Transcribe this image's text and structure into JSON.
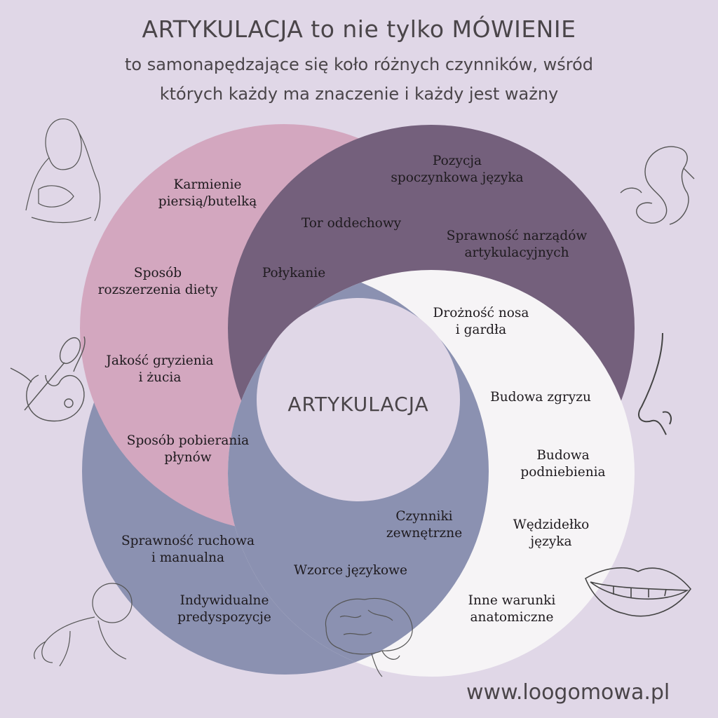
{
  "header": {
    "title": "ARTYKULACJA to nie tylko MÓWIENIE",
    "subtitle_line1": "to samonapędzające się koło różnych czynników, wśród",
    "subtitle_line2": "których każdy ma znaczenie i każdy jest ważny"
  },
  "center": {
    "label": "ARTYKULACJA"
  },
  "colors": {
    "background": "#e0d7e7",
    "pink": "#d3a7bf",
    "purple": "#74607c",
    "white": "#f6f4f6",
    "blue": "#8b91b1",
    "center": "#e0d7e7",
    "text": "#1e1a1e",
    "heading": "#4a4549"
  },
  "segments": {
    "pink": [
      {
        "l1": "Karmienie",
        "l2": "piersią/butelką"
      },
      {
        "l1": "Sposób",
        "l2": "rozszerzenia diety"
      },
      {
        "l1": "Jakość gryzienia",
        "l2": "i żucia"
      },
      {
        "l1": "Sposób pobierania",
        "l2": "płynów"
      }
    ],
    "purple": [
      {
        "l1": "Pozycja",
        "l2": "spoczynkowa języka"
      },
      {
        "l1": "Tor oddechowy",
        "l2": ""
      },
      {
        "l1": "Sprawność narządów",
        "l2": "artykulacyjnych"
      },
      {
        "l1": "Połykanie",
        "l2": ""
      }
    ],
    "white": [
      {
        "l1": "Drożność nosa",
        "l2": "i gardła"
      },
      {
        "l1": "Budowa zgryzu",
        "l2": ""
      },
      {
        "l1": "Budowa",
        "l2": "podniebienia"
      },
      {
        "l1": "Wędzidełko",
        "l2": "języka"
      },
      {
        "l1": "Inne warunki",
        "l2": "anatomiczne"
      }
    ],
    "blue": [
      {
        "l1": "Czynniki",
        "l2": "zewnętrzne"
      },
      {
        "l1": "Sprawność ruchowa",
        "l2": "i manualna"
      },
      {
        "l1": "Wzorce językowe",
        "l2": ""
      },
      {
        "l1": "Indywidualne",
        "l2": "predyspozycje"
      }
    ]
  },
  "illustrations": [
    "breastfeeding-mother-sketch",
    "cobra-sketch",
    "bib-and-spoon-sketch",
    "nose-sketch",
    "crawling-baby-sketch",
    "brain-sketch",
    "smiling-lips-sketch"
  ],
  "footer": {
    "url": "www.loogomowa.pl"
  }
}
